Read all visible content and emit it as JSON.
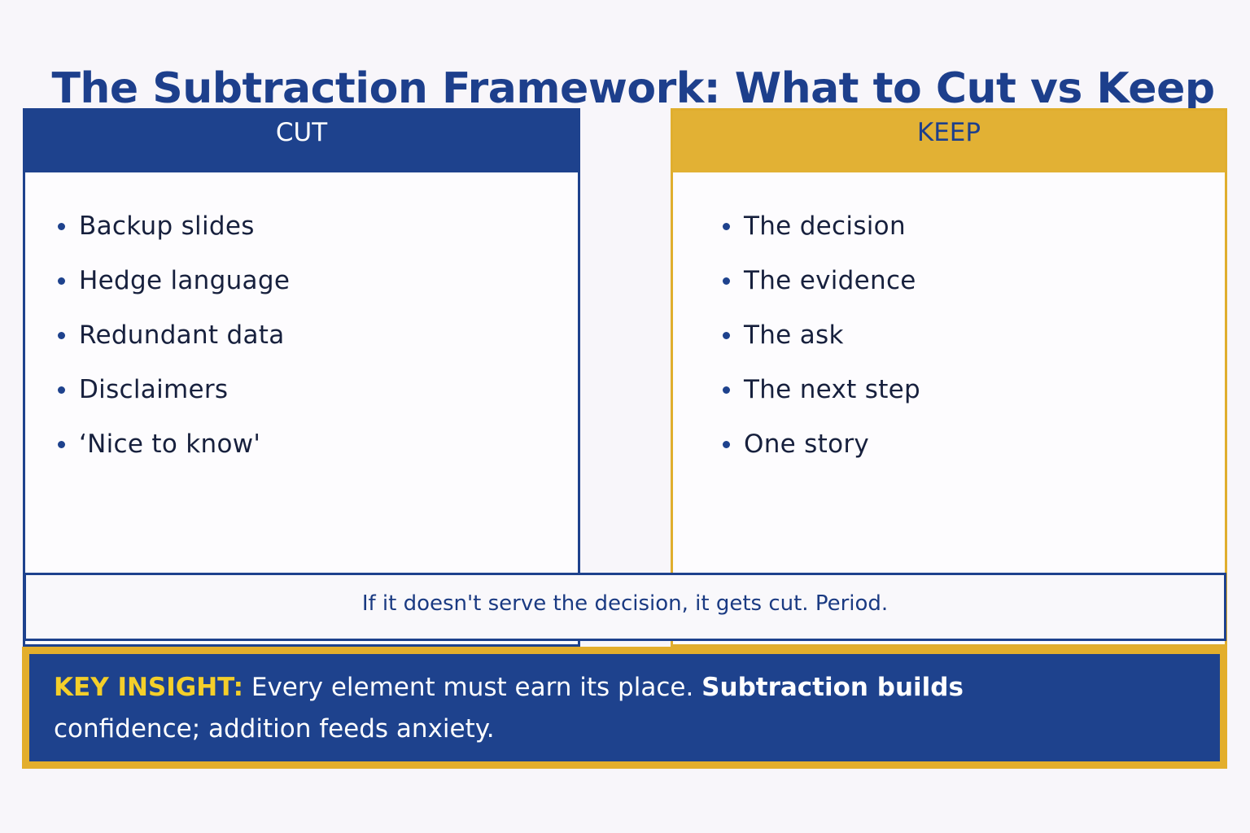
{
  "title": "The Subtraction Framework: What to Cut vs Keep",
  "colors": {
    "background": "#f8f6fa",
    "navy": "#1e428d",
    "gold": "#e2b134",
    "insight_label": "#f4cf2a",
    "text_dark": "#17203d"
  },
  "cut": {
    "header": "CUT",
    "items": [
      "Backup slides",
      "Hedge language",
      "Redundant data",
      "Disclaimers",
      "‘Nice to know'"
    ]
  },
  "keep": {
    "header": "KEEP",
    "items": [
      "The decision",
      "The evidence",
      "The ask",
      "The next step",
      "One story"
    ]
  },
  "statement": "If it doesn't serve the decision, it gets cut. Period.",
  "insight": {
    "label": "KEY INSIGHT:",
    "text": " Every element must earn its place. ",
    "strong": "Subtraction builds",
    "rest": " confidence; addition feeds anxiety."
  }
}
